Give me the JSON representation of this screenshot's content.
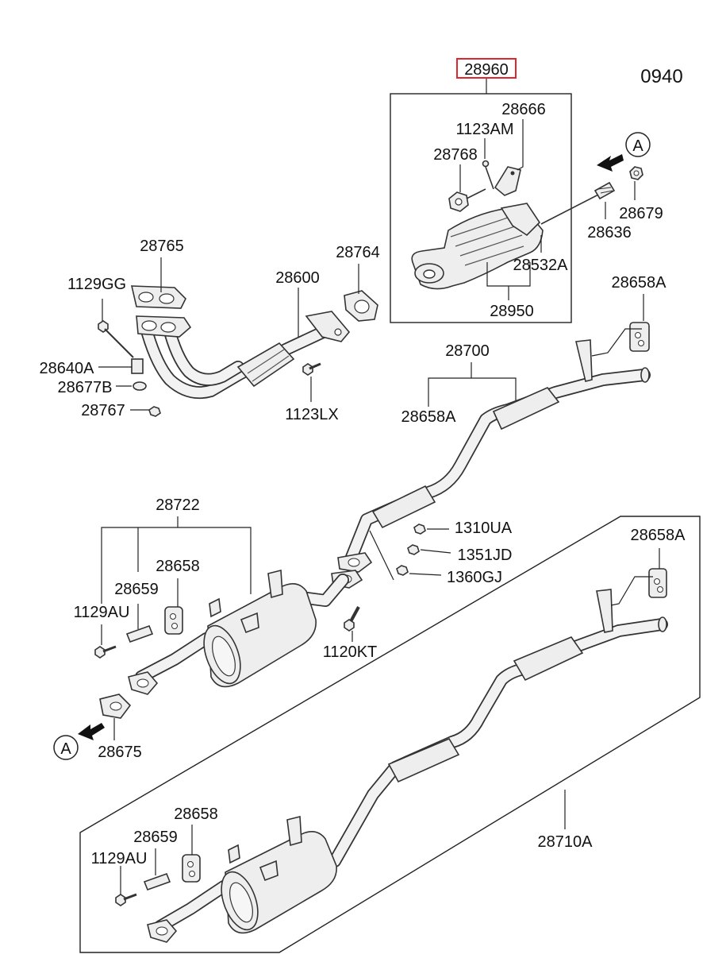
{
  "diagram": {
    "page_code": "0940",
    "highlighted_part": "28960",
    "highlight_color": "#e0262b",
    "view_marker": "A",
    "parts": {
      "p28666": "28666",
      "p1123AM": "1123AM",
      "p28768": "28768",
      "p28679": "28679",
      "p28636": "28636",
      "p28532A": "28532A",
      "p28950": "28950",
      "p28765": "28765",
      "p28764": "28764",
      "p1129GG": "1129GG",
      "p28600": "28600",
      "p28640A": "28640A",
      "p28677B": "28677B",
      "p28767": "28767",
      "p1123LX": "1123LX",
      "p28658A_top": "28658A",
      "p28700": "28700",
      "p28658A_mid": "28658A",
      "p28722": "28722",
      "p28658_mid": "28658",
      "p28659_mid": "28659",
      "p1129AU_mid": "1129AU",
      "p1310UA": "1310UA",
      "p1351JD": "1351JD",
      "p1360GJ": "1360GJ",
      "p1120KT": "1120KT",
      "p28675": "28675",
      "p28658A_low": "28658A",
      "p28658_low": "28658",
      "p28659_low": "28659",
      "p1129AU_low": "1129AU",
      "p28710A": "28710A"
    }
  }
}
